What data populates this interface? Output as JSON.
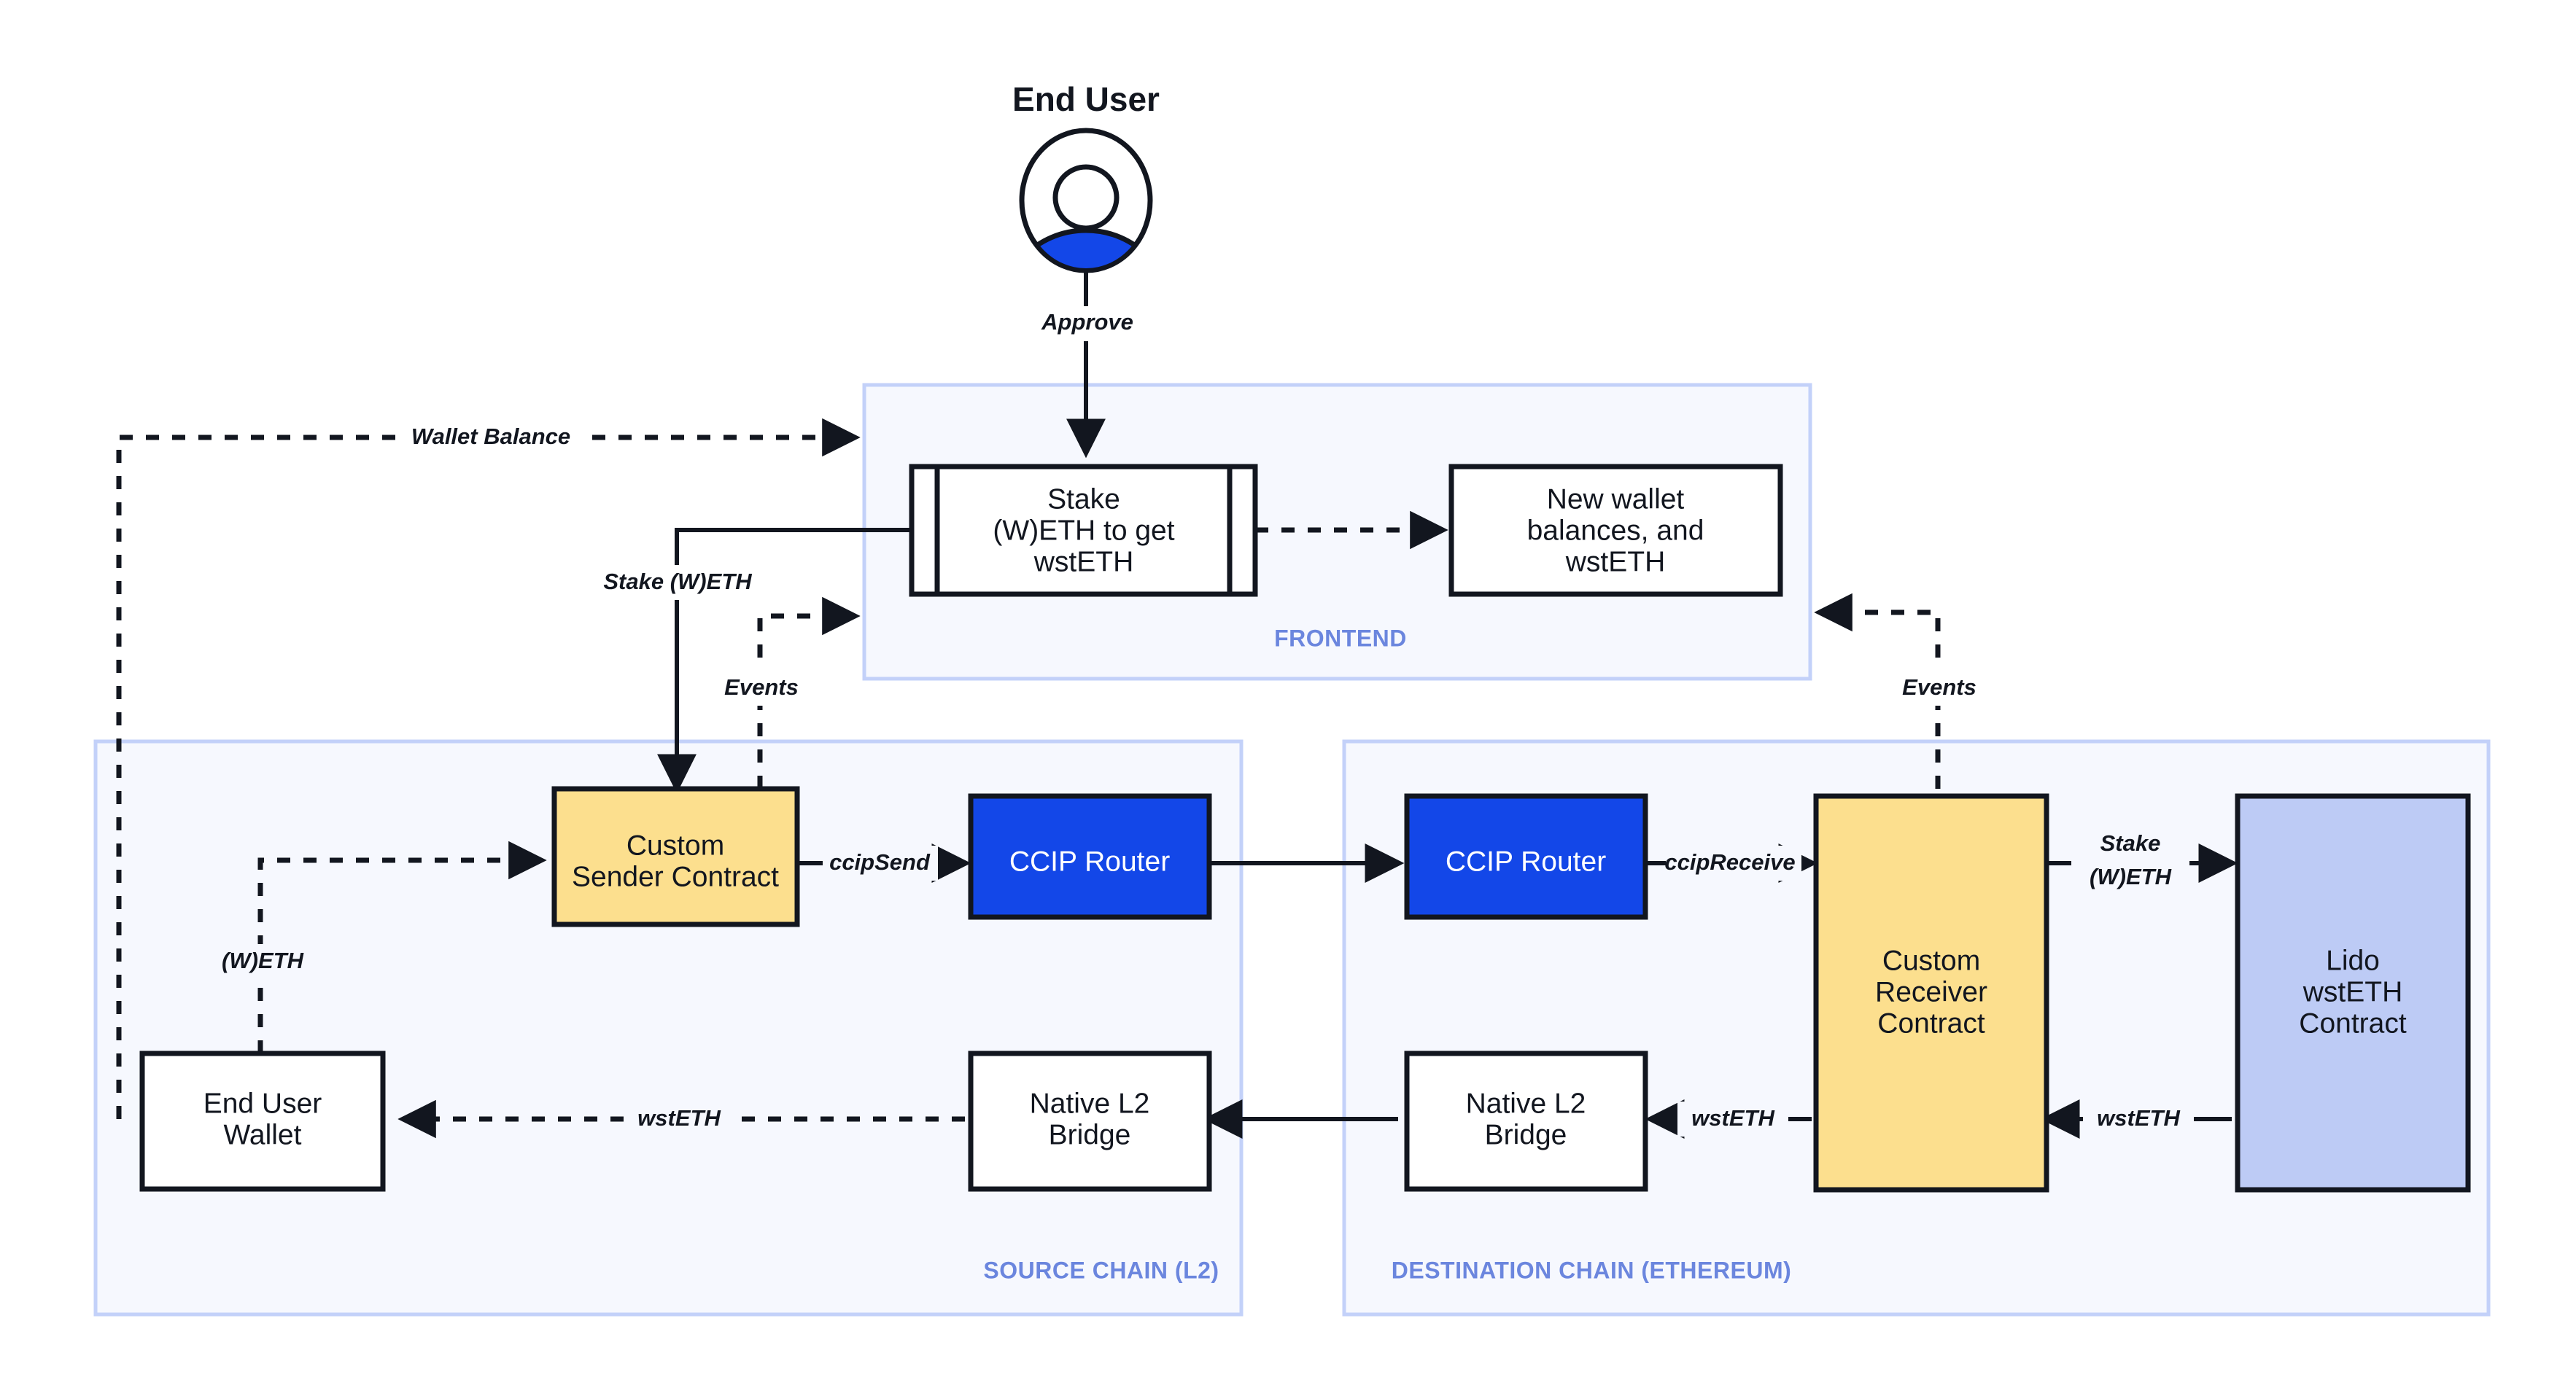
{
  "diagram": {
    "title": "CCIP cross-chain wstETH staking architecture",
    "colors": {
      "accent_blue": "#1347e8",
      "contract_yellow": "#fcdf8e",
      "lido_lavender": "#bdcbf5",
      "zone_fill": "#f6f8fe",
      "zone_border": "#c3d1f9",
      "zone_label": "#6b86de",
      "stroke": "#12161f"
    }
  },
  "actor": {
    "label": "End User",
    "icon": "user-avatar-icon"
  },
  "zones": [
    {
      "id": "frontend",
      "label": "FRONTEND"
    },
    {
      "id": "source_chain",
      "label": "SOURCE CHAIN (L2)"
    },
    {
      "id": "destination_chain",
      "label": "DESTINATION CHAIN (ETHEREUM)"
    }
  ],
  "nodes": {
    "stake_form": {
      "label_lines": [
        "Stake",
        "(W)ETH to get",
        "wstETH"
      ],
      "shape": "predefined-process",
      "zone": "frontend"
    },
    "new_balances": {
      "label_lines": [
        "New wallet",
        "balances, and",
        "wstETH"
      ],
      "shape": "rectangle",
      "zone": "frontend"
    },
    "custom_sender": {
      "label_lines": [
        "Custom",
        "Sender Contract"
      ],
      "shape": "rectangle",
      "zone": "source_chain",
      "fill": "#fcdf8e"
    },
    "ccip_router_source": {
      "label_lines": [
        "CCIP Router"
      ],
      "shape": "rectangle",
      "zone": "source_chain",
      "fill": "#1347e8"
    },
    "end_user_wallet": {
      "label_lines": [
        "End User",
        "Wallet"
      ],
      "shape": "rectangle",
      "zone": "source_chain",
      "fill": "#ffffff"
    },
    "native_l2_bridge_source": {
      "label_lines": [
        "Native L2",
        "Bridge"
      ],
      "shape": "rectangle",
      "zone": "source_chain",
      "fill": "#ffffff"
    },
    "ccip_router_dest": {
      "label_lines": [
        "CCIP Router"
      ],
      "shape": "rectangle",
      "zone": "destination_chain",
      "fill": "#1347e8"
    },
    "custom_receiver": {
      "label_lines": [
        "Custom",
        "Receiver",
        "Contract"
      ],
      "shape": "rectangle",
      "zone": "destination_chain",
      "fill": "#fcdf8e"
    },
    "lido_contract": {
      "label_lines": [
        "Lido",
        "wstETH",
        "Contract"
      ],
      "shape": "rectangle",
      "zone": "destination_chain",
      "fill": "#bdcbf5"
    },
    "native_l2_bridge_dest": {
      "label_lines": [
        "Native L2",
        "Bridge"
      ],
      "shape": "rectangle",
      "zone": "destination_chain",
      "fill": "#ffffff"
    }
  },
  "edges": [
    {
      "id": "approve",
      "label": "Approve",
      "from": "end_user",
      "to": "stake_form",
      "style": "solid"
    },
    {
      "id": "wallet_balance",
      "label": "Wallet Balance",
      "from": "end_user_wallet",
      "to": "frontend",
      "style": "dashed"
    },
    {
      "id": "stake_weth_left",
      "label": "Stake (W)ETH",
      "from": "stake_form",
      "to": "custom_sender",
      "style": "solid"
    },
    {
      "id": "events_left",
      "label": "Events",
      "from": "custom_sender",
      "to": "frontend",
      "style": "dashed"
    },
    {
      "id": "new_balances_update",
      "label": "",
      "from": "stake_form",
      "to": "new_balances",
      "style": "dashed"
    },
    {
      "id": "weth_transfer",
      "label": "(W)ETH",
      "from": "end_user_wallet",
      "to": "custom_sender",
      "style": "dashed"
    },
    {
      "id": "ccip_send",
      "label": "ccipSend",
      "from": "custom_sender",
      "to": "ccip_router_source",
      "style": "solid"
    },
    {
      "id": "cross_chain",
      "label": "",
      "from": "ccip_router_source",
      "to": "ccip_router_dest",
      "style": "solid"
    },
    {
      "id": "ccip_receive",
      "label": "ccipReceive",
      "from": "ccip_router_dest",
      "to": "custom_receiver",
      "style": "solid"
    },
    {
      "id": "stake_weth_right",
      "label": "Stake\n(W)ETH",
      "label_lines": [
        "Stake",
        "(W)ETH"
      ],
      "from": "custom_receiver",
      "to": "lido_contract",
      "style": "solid"
    },
    {
      "id": "wsteth_lido_to_receiver",
      "label": "wstETH",
      "from": "lido_contract",
      "to": "custom_receiver",
      "style": "solid"
    },
    {
      "id": "wsteth_receiver_to_bridge",
      "label": "wstETH",
      "from": "custom_receiver",
      "to": "native_l2_bridge_dest",
      "style": "solid"
    },
    {
      "id": "bridge_to_bridge",
      "label": "",
      "from": "native_l2_bridge_dest",
      "to": "native_l2_bridge_source",
      "style": "solid"
    },
    {
      "id": "wsteth_to_wallet",
      "label": "wstETH",
      "from": "native_l2_bridge_source",
      "to": "end_user_wallet",
      "style": "dashed"
    },
    {
      "id": "events_right",
      "label": "Events",
      "from": "custom_receiver",
      "to": "frontend",
      "style": "dashed"
    }
  ]
}
